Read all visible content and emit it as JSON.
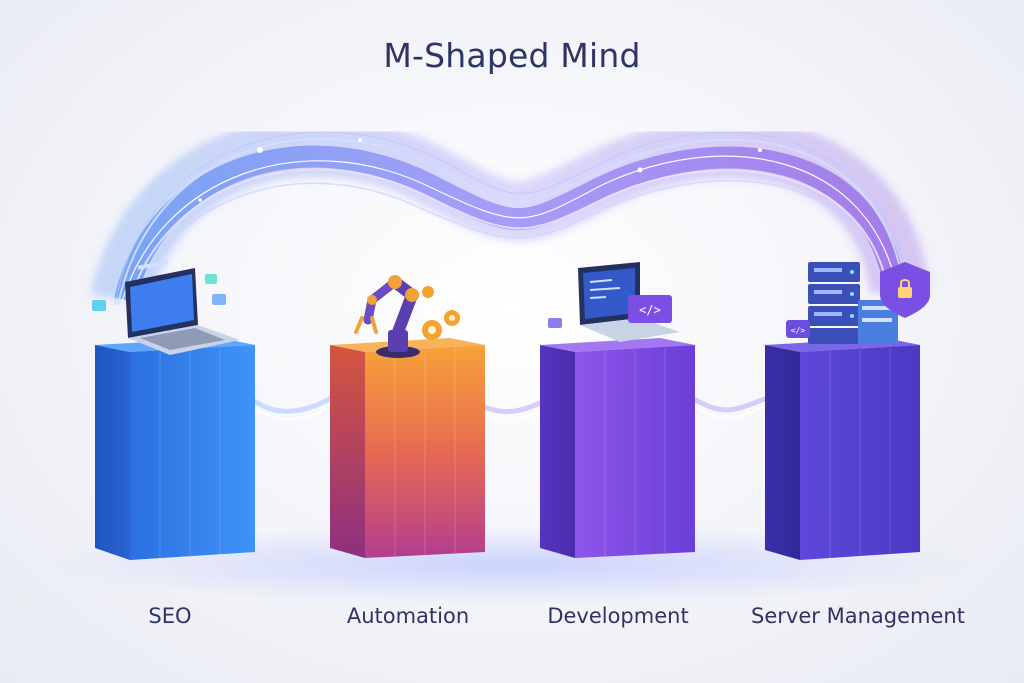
{
  "title": "M-Shaped Mind",
  "pillars": [
    {
      "label": "SEO",
      "icon": "laptop-icon",
      "colors": [
        "#2f74e0",
        "#3f8ef5",
        "#1f57c4"
      ]
    },
    {
      "label": "Automation",
      "icon": "robot-arm-icon",
      "colors": [
        "#f08a3c",
        "#e2566b",
        "#b23a86"
      ]
    },
    {
      "label": "Development",
      "icon": "code-laptop-icon",
      "colors": [
        "#8a52e6",
        "#6c3fd6",
        "#5030b8"
      ]
    },
    {
      "label": "Server Management",
      "icon": "server-shield-icon",
      "colors": [
        "#5a44d4",
        "#4636bd",
        "#3a2ea6"
      ]
    }
  ],
  "icons": {
    "code_symbol": "</>",
    "lock": "lock-icon",
    "chat": "chat-bubble-icon"
  },
  "accent_colors": {
    "blue": "#3d7df0",
    "purple": "#7e4ae8",
    "navy": "#2c3563"
  }
}
